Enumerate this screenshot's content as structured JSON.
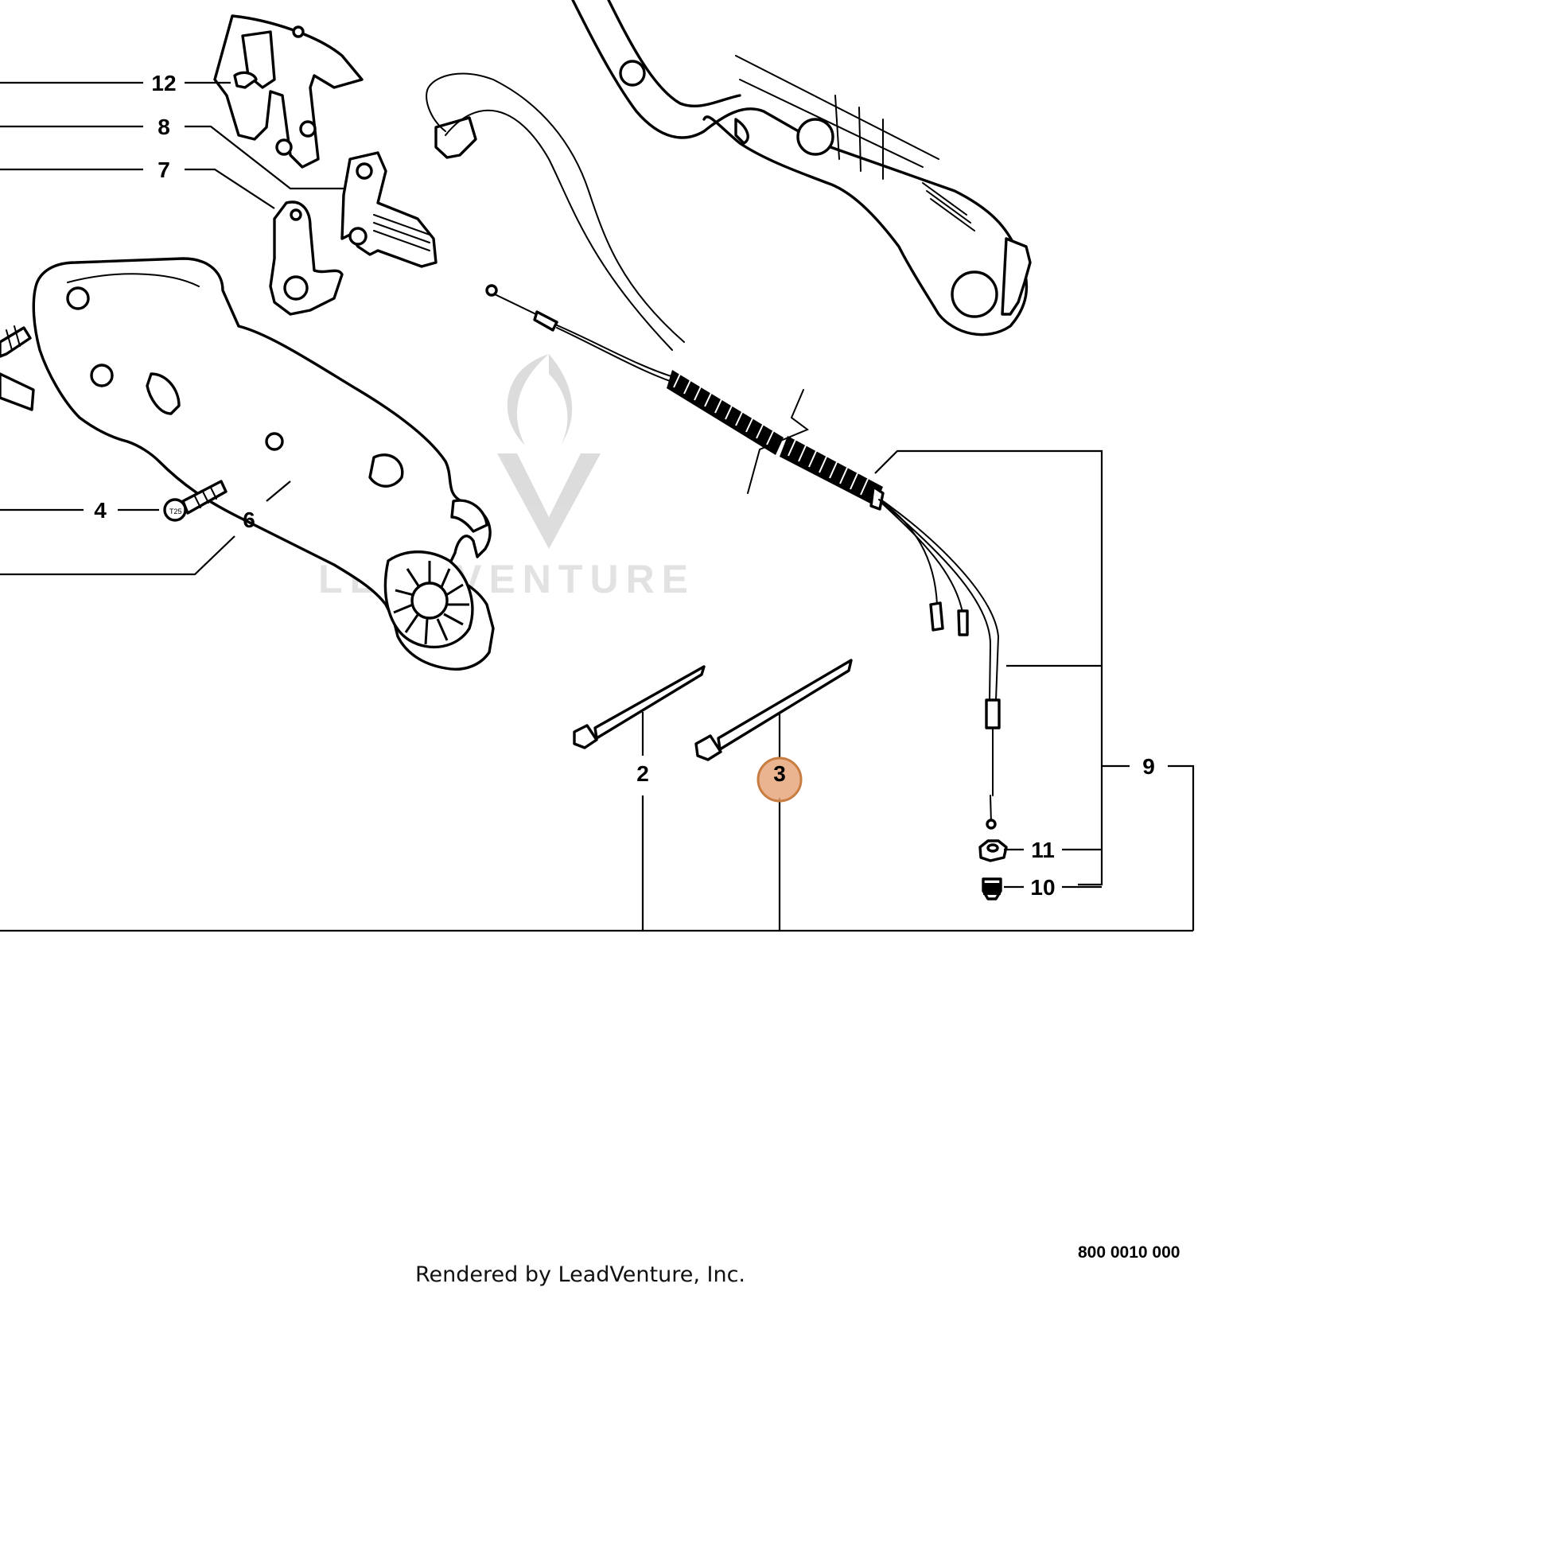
{
  "callouts": {
    "c12": "12",
    "c8": "8",
    "c7": "7",
    "c4": "4",
    "c6": "6",
    "c2": "2",
    "c3": "3",
    "c9": "9",
    "c11": "11",
    "c10": "10"
  },
  "highlight": {
    "label": "3",
    "color": "#e8a77c",
    "border": "#c77c41"
  },
  "watermark": "LEADVENTURE",
  "footer": {
    "rendered_by": "Rendered by LeadVenture, Inc.",
    "diagram_ref": "800 0010 000"
  }
}
